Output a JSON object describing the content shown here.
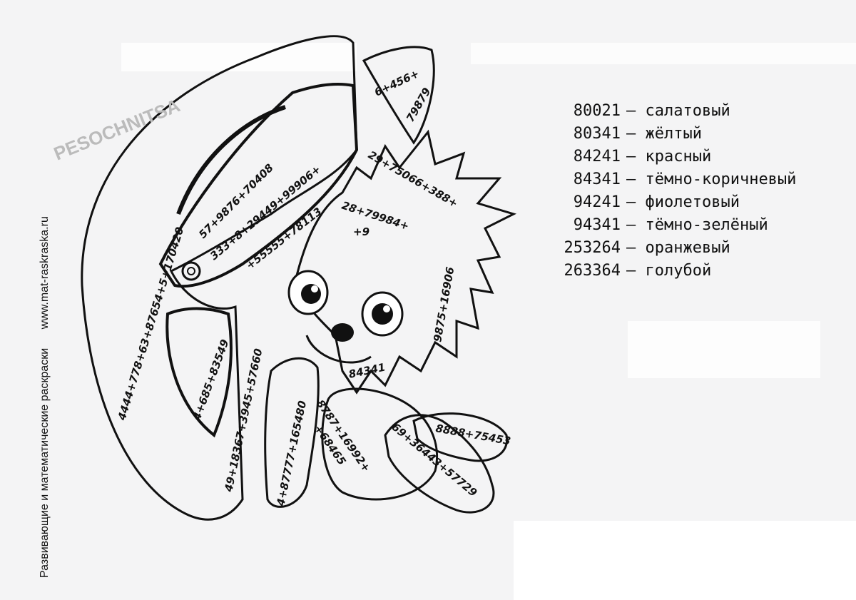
{
  "side_caption": {
    "title": "Развивающие и математические раскраски",
    "site": "www.mat-raskraska.ru"
  },
  "watermark": "PESOCHNITSA",
  "figure": {
    "hat_brim_outer": "4444+778+63+87654+5+170420",
    "hat_band_upper": "57+9876+70408",
    "hat_band_mid": "333+8+29449+99906+",
    "hat_band_lower": "+55555+78113",
    "hat_tip_top": "6+456+",
    "hat_tip_side": "79879",
    "hat_fold": "4+685+83549",
    "hat_fold_lower": "49+18367+3945+57660",
    "hair_top": "29+75066+388+",
    "hair_side": "9875+16906",
    "hair_front": "28+79984+",
    "hair_front2": "+9",
    "face": "84341",
    "arm_left": "4+87777+165480",
    "body_mid": "8787+16992+",
    "body_mid2": "+68465",
    "leg": "69+36443+57729",
    "foot": "8888+75453"
  },
  "color_key": [
    {
      "number": "80021",
      "color": "салатовый"
    },
    {
      "number": "80341",
      "color": "жёлтый"
    },
    {
      "number": "84241",
      "color": "красный"
    },
    {
      "number": "84341",
      "color": "тёмно-коричневый"
    },
    {
      "number": "94241",
      "color": "фиолетовый"
    },
    {
      "number": "94341",
      "color": "тёмно-зелёный"
    },
    {
      "number": "253264",
      "color": "оранжевый"
    },
    {
      "number": "263364",
      "color": "голубой"
    }
  ]
}
